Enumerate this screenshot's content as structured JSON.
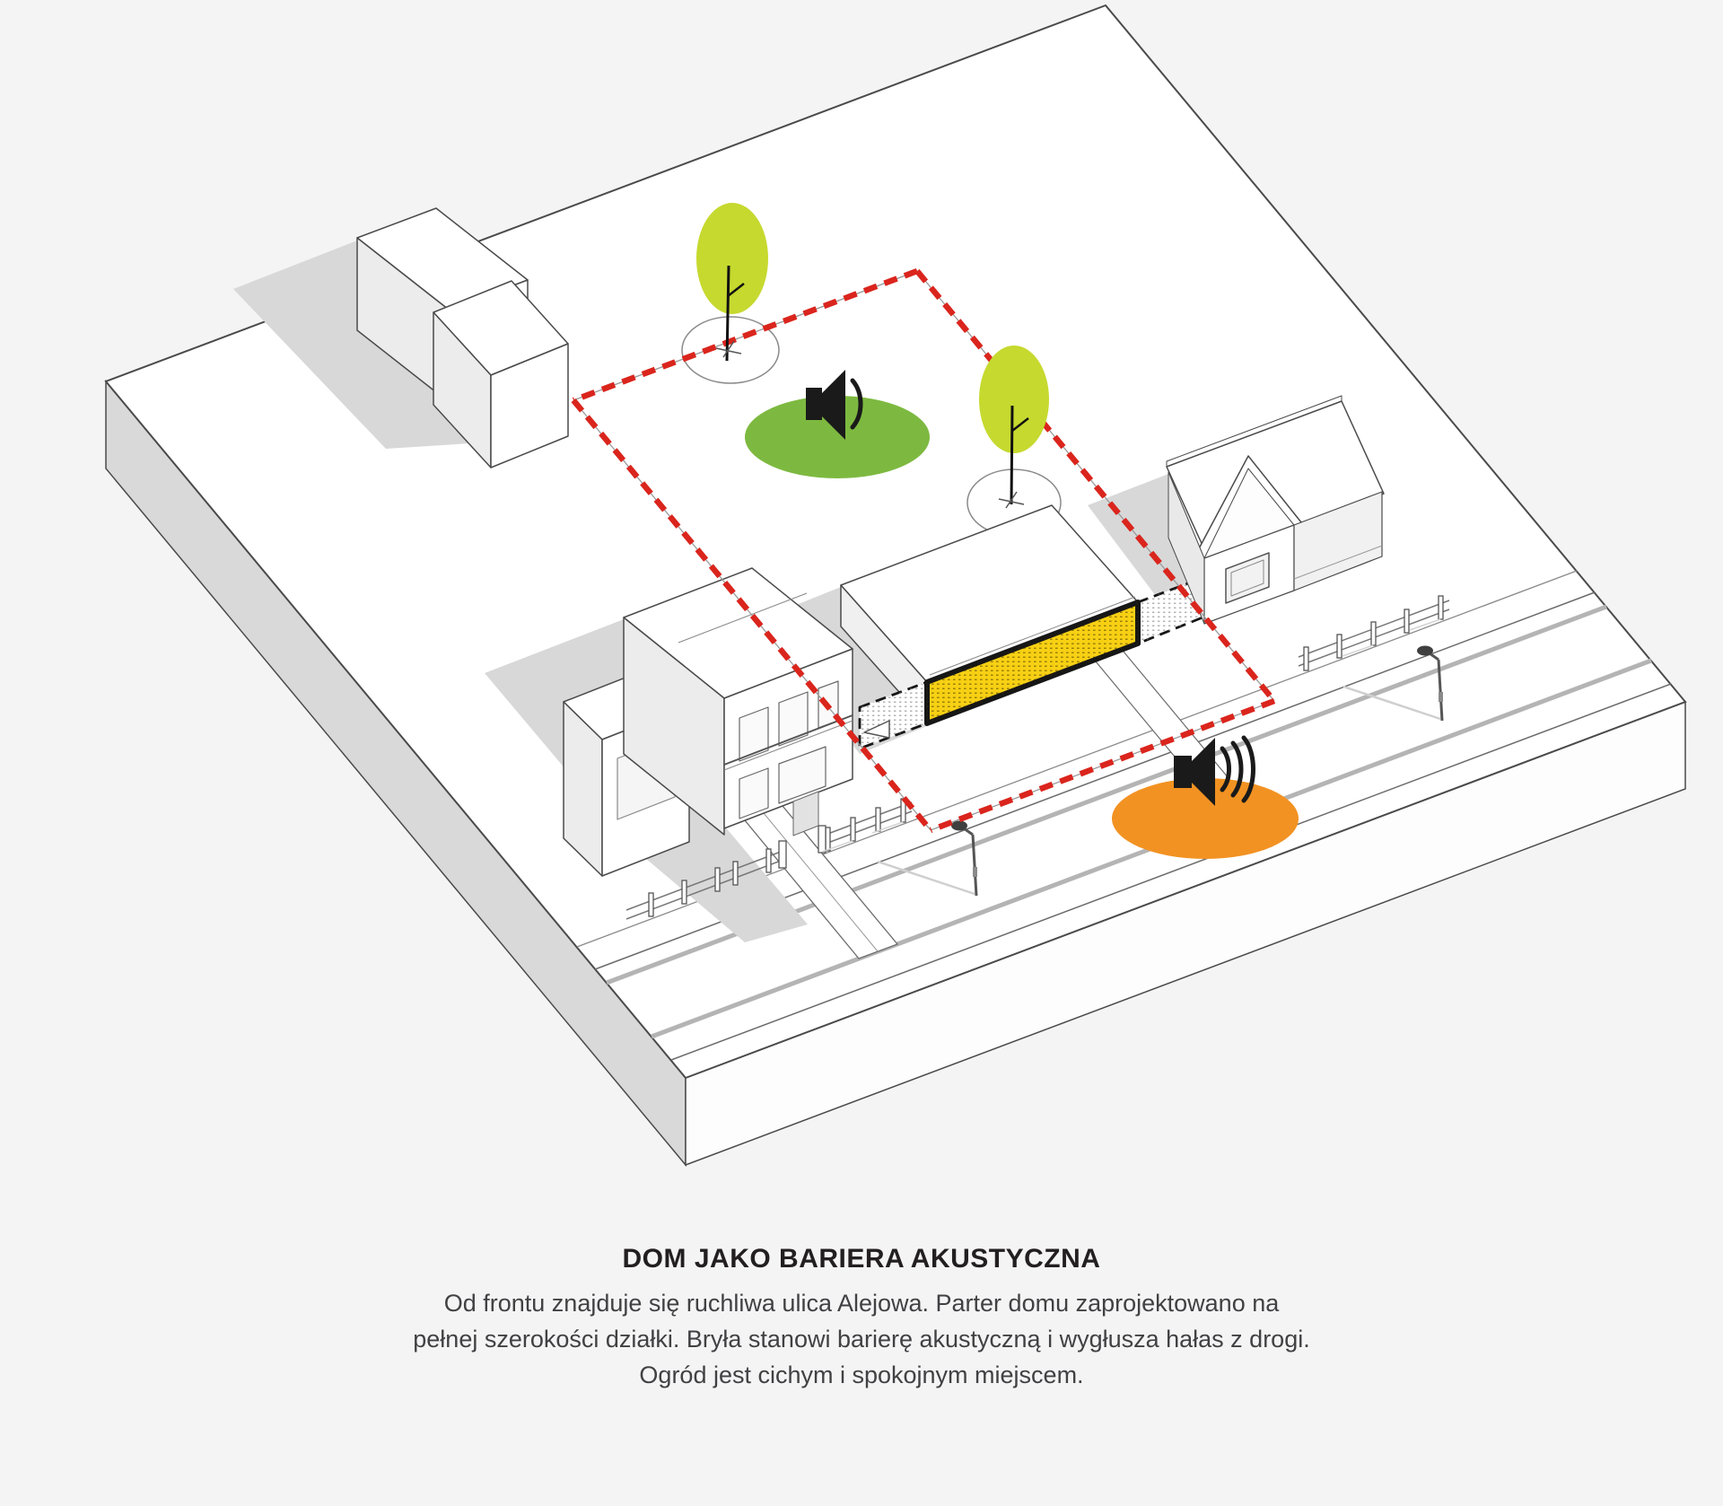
{
  "caption": {
    "title": "DOM JAKO BARIERA AKUSTYCZNA",
    "line1": "Od frontu znajduje się ruchliwa ulica Alejowa. Parter domu zaprojektowano na",
    "line2": "pełnej szerokości działki. Bryła stanowi barierę akustyczną i wygłusza hałas z drogi.",
    "line3": "Ogród jest cichym i spokojnym miejscem.",
    "text_color": "#414042",
    "title_color": "#231f20"
  },
  "colors": {
    "background": "#f4f4f5",
    "plate_top": "#ffffff",
    "plate_side_left": "#d9d9d9",
    "plate_side_right": "#fdfdfd",
    "outline": "#4a4a4a",
    "shadow": "#d8d8d8",
    "quiet_zone_green": "#7db940",
    "noise_zone_orange": "#f29222",
    "tree_canopy": "#c6d92f",
    "boundary_red": "#da251d",
    "barrier_yellow": "#f7d014",
    "curb_gray": "#b4b4b4",
    "icon_black": "#1a1a1a"
  },
  "icons": {
    "quiet_speaker": "speaker-with-one-sound-wave",
    "noise_speaker": "speaker-with-three-sound-waves",
    "tree": "tree-with-canopy-and-trunk",
    "street_lamp": "street-lamp",
    "boundary": "red-dashed-property-line",
    "barrier": "yellow-hatched-acoustic-wall"
  }
}
